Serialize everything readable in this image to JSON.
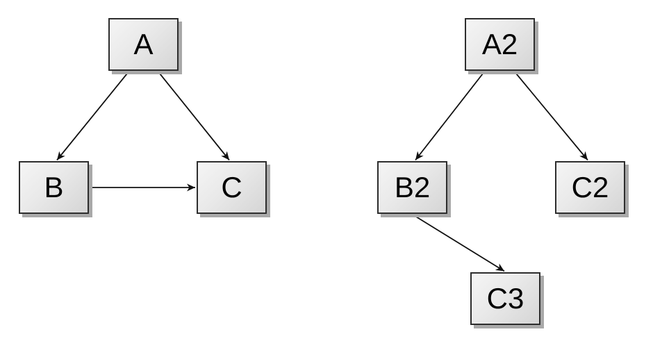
{
  "diagrams": [
    {
      "name": "left-graph",
      "nodes": [
        {
          "id": "A",
          "label": "A"
        },
        {
          "id": "B",
          "label": "B"
        },
        {
          "id": "C",
          "label": "C"
        }
      ],
      "edges": [
        {
          "from": "A",
          "to": "B"
        },
        {
          "from": "A",
          "to": "C"
        },
        {
          "from": "B",
          "to": "C"
        }
      ]
    },
    {
      "name": "right-graph",
      "nodes": [
        {
          "id": "A2",
          "label": "A2"
        },
        {
          "id": "B2",
          "label": "B2"
        },
        {
          "id": "C2",
          "label": "C2"
        },
        {
          "id": "C3",
          "label": "C3"
        }
      ],
      "edges": [
        {
          "from": "A2",
          "to": "B2"
        },
        {
          "from": "A2",
          "to": "C2"
        },
        {
          "from": "B2",
          "to": "C3"
        }
      ]
    }
  ],
  "colors": {
    "background": "#ffffff",
    "node_border": "#2d2d2d",
    "node_fill_top": "#f5f5f5",
    "node_fill_bottom": "#d5d5d5",
    "node_shadow": "#a9a9a9",
    "edge_color": "#111111",
    "label_color": "#000000"
  }
}
